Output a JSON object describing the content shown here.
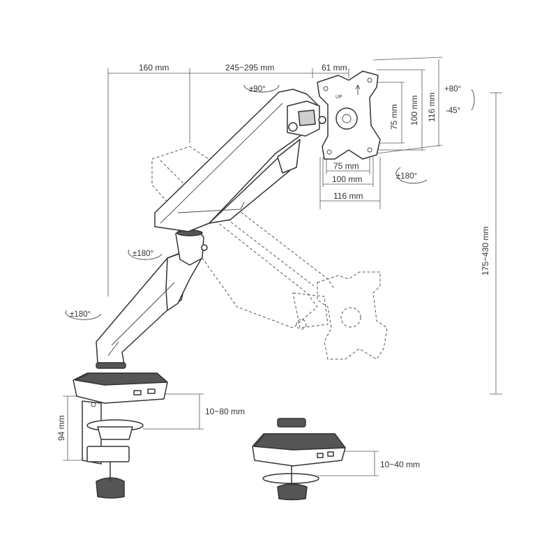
{
  "dimensions": {
    "arm_lower": "160 mm",
    "arm_upper": "245~295 mm",
    "vesa_offset": "61 mm",
    "height_range": "175~430 mm",
    "clamp_height": "94 mm",
    "clamp_range": "10~80 mm",
    "grommet_range": "10~40 mm",
    "vesa_75_h": "75 mm",
    "vesa_100_h": "100 mm",
    "vesa_116_h": "116 mm",
    "vesa_75_w": "75 mm",
    "vesa_100_w": "100 mm",
    "vesa_116_w": "116 mm"
  },
  "rotations": {
    "head_swivel": "±90°",
    "tilt_up": "+80°",
    "tilt_down": "-45°",
    "plate_rotate": "±180°",
    "upper_joint": "±180°",
    "base_joint": "±180°"
  },
  "plate_markings": {
    "up_label": "UP"
  }
}
